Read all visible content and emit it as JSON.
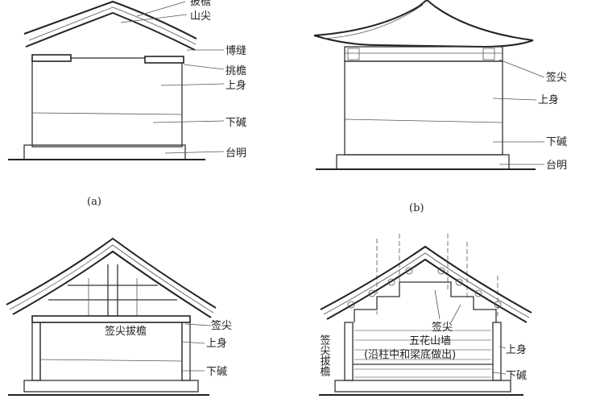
{
  "panels": {
    "a": {
      "caption": "(a)",
      "labels": {
        "ridge_top": "披檐",
        "gable_peak": "山尖",
        "seam": "博缝",
        "eave": "挑檐",
        "upper_body": "上身",
        "lower_skirt": "下碱",
        "platform": "台明"
      }
    },
    "b": {
      "caption": "(b)",
      "labels": {
        "eave_tip": "签尖",
        "upper_body": "上身",
        "lower_skirt": "下碱",
        "platform": "台明"
      }
    },
    "c": {
      "labels": {
        "eave_tip": "签尖",
        "inner_note": "签尖拔檐",
        "upper_body": "上身",
        "lower_skirt": "下碱"
      }
    },
    "d": {
      "labels": {
        "left_note": "签尖拔檐",
        "eave_tip": "签尖",
        "gable_wall": "五花山墙",
        "gable_note": "(沿柱中和梁底做出)",
        "upper_body": "上身",
        "lower_skirt": "下碱"
      }
    }
  }
}
